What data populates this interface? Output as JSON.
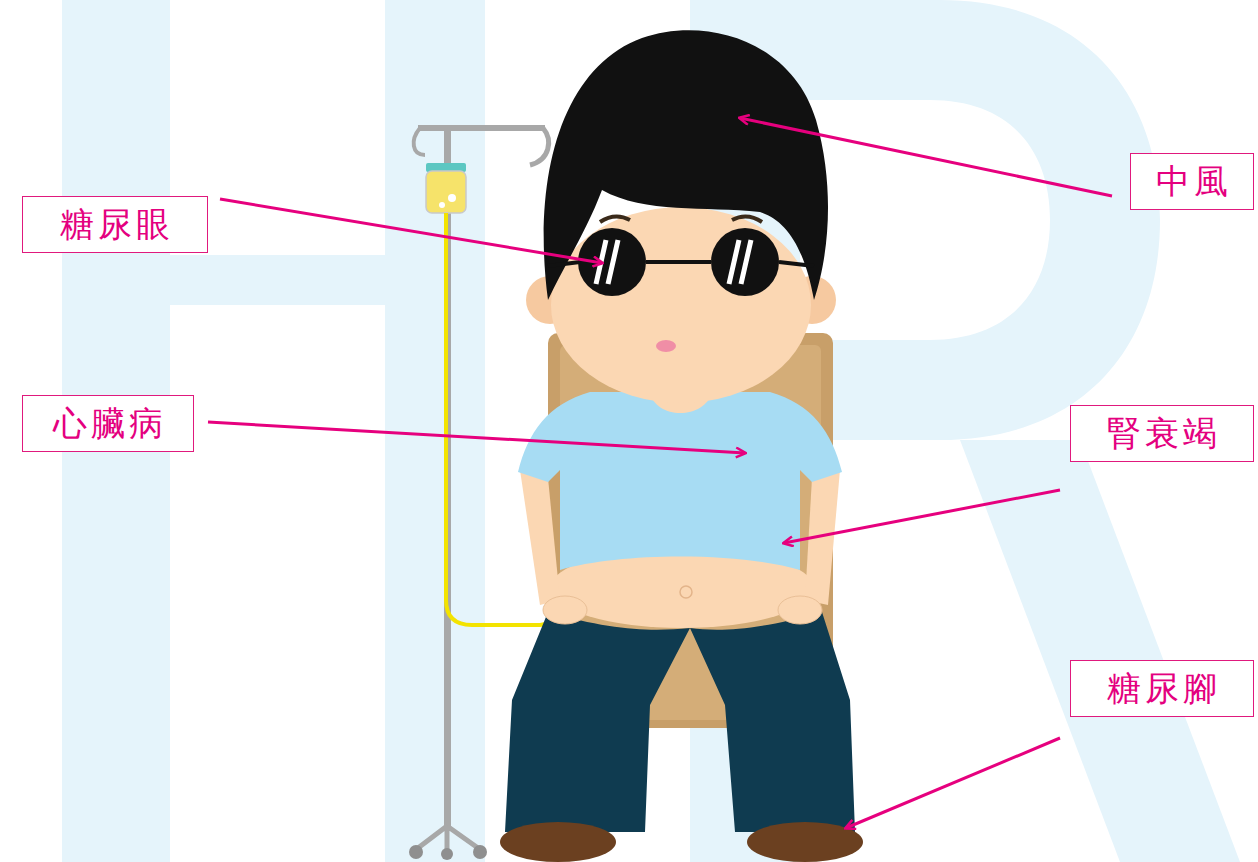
{
  "diagram": {
    "nodes": [
      {
        "text": [
          "中風"
        ]
      },
      {
        "text": [
          "糖尿眼"
        ]
      },
      {
        "text": [
          "心臟病"
        ]
      },
      {
        "text": [
          "腎衰竭"
        ]
      },
      {
        "text": [
          "糖尿腳"
        ]
      }
    ]
  }
}
